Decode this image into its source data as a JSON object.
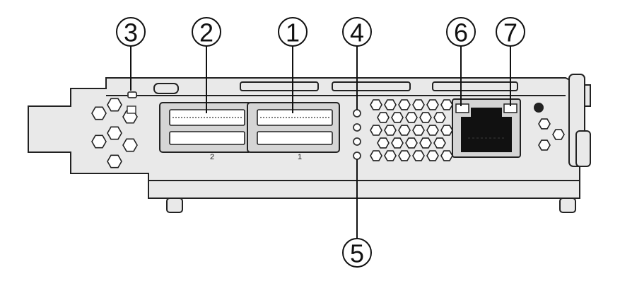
{
  "diagram": {
    "port_labels": {
      "left_port": "2",
      "right_port": "1"
    },
    "callouts": [
      {
        "id": "3",
        "label": "3"
      },
      {
        "id": "2",
        "label": "2"
      },
      {
        "id": "1",
        "label": "1"
      },
      {
        "id": "4",
        "label": "4"
      },
      {
        "id": "6",
        "label": "6"
      },
      {
        "id": "7",
        "label": "7"
      },
      {
        "id": "5",
        "label": "5"
      }
    ],
    "colors": {
      "stroke": "#111111",
      "metal": "#e9e9e9",
      "port": "#d5d5d5"
    }
  }
}
